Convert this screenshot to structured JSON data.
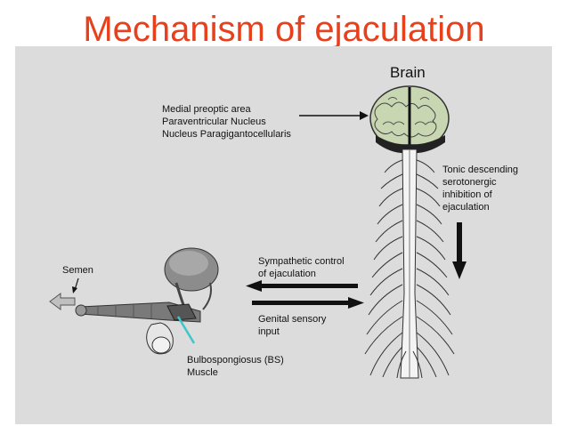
{
  "title": "Mechanism of ejaculation",
  "labels": {
    "brain": "Brain",
    "brain_areas": [
      "Medial preoptic area",
      "Paraventricular Nucleus",
      "Nucleus Paragigantocellularis"
    ],
    "tonic": [
      "Tonic descending",
      "serotonergic",
      "inhibition of",
      "ejaculation"
    ],
    "sympathetic": [
      "Sympathetic control",
      "of ejaculation"
    ],
    "genital": [
      "Genital sensory",
      "input"
    ],
    "semen": "Semen",
    "bs_muscle": [
      "Bulbospongiosus (BS)",
      "Muscle"
    ]
  },
  "colors": {
    "title": "#e8401c",
    "panel": "#dcdcdc",
    "arrow": "#111111",
    "bs_pointer": "#3cc8c8"
  }
}
